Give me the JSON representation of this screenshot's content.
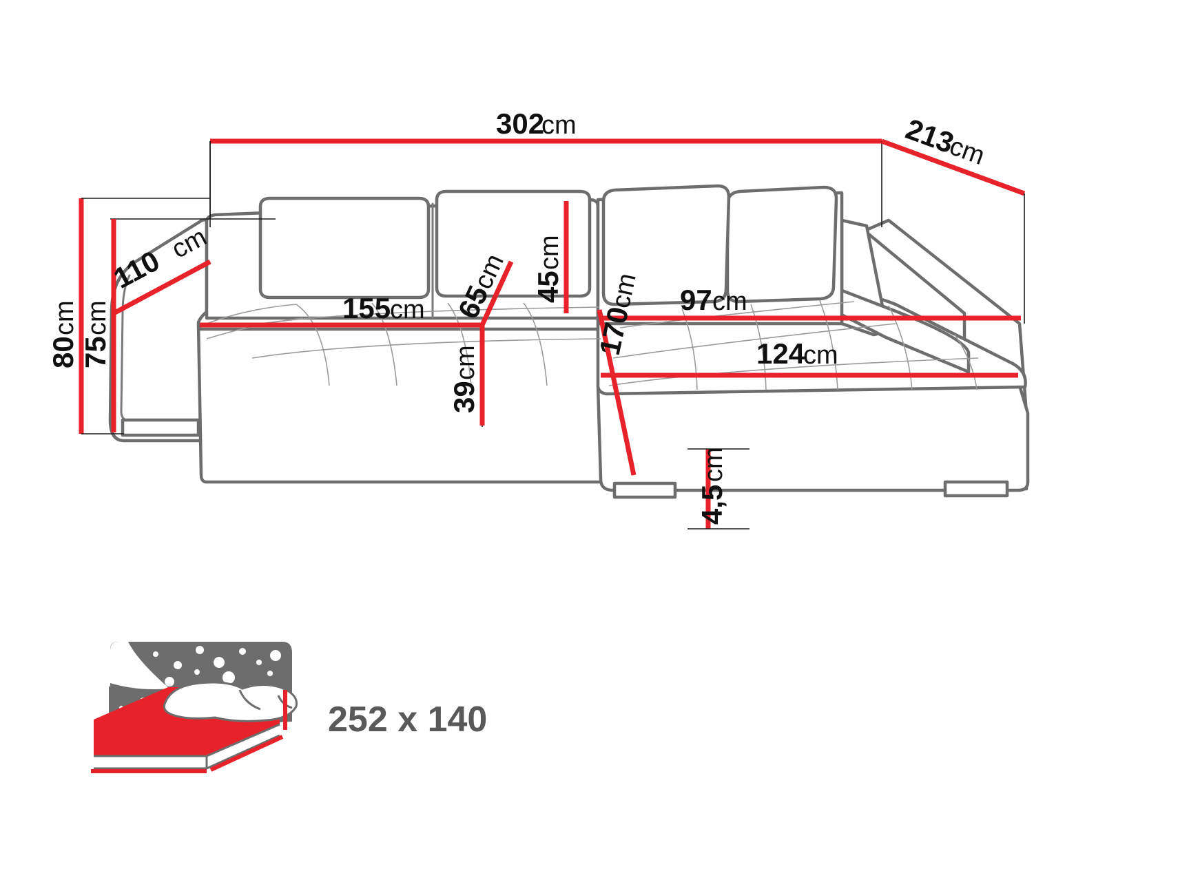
{
  "diagram": {
    "title": "Corner sofa bed dimension diagram",
    "accent_color": "#e8222a",
    "outline_color": "#6d6d6d",
    "label_color": "#101010",
    "bed_label_color": "#595959",
    "unit": "cm"
  },
  "dimensions": {
    "total_width": {
      "value": "302",
      "unit": "cm",
      "name": "total-width"
    },
    "depth_right": {
      "value": "213",
      "unit": "cm",
      "name": "right-depth"
    },
    "total_height": {
      "value": "80",
      "unit": "cm",
      "name": "total-height"
    },
    "seat_back_height": {
      "value": "75",
      "unit": "cm",
      "name": "back-height"
    },
    "left_depth": {
      "value": "110",
      "unit": "cm",
      "name": "left-depth"
    },
    "seat_width_left": {
      "value": "155",
      "unit": "cm",
      "name": "left-seat-width"
    },
    "backrest_depth": {
      "value": "65",
      "unit": "cm",
      "name": "backrest-depth"
    },
    "backrest_height": {
      "value": "45",
      "unit": "cm",
      "name": "backrest-height"
    },
    "seat_depth_right": {
      "value": "170",
      "unit": "cm",
      "name": "right-seat-depth"
    },
    "chaise_width": {
      "value": "97",
      "unit": "cm",
      "name": "chaise-width"
    },
    "seat_height": {
      "value": "39",
      "unit": "cm",
      "name": "seat-height"
    },
    "chaise_length": {
      "value": "124",
      "unit": "cm",
      "name": "chaise-length"
    },
    "leg_height": {
      "value": "4,5",
      "unit": "cm",
      "name": "leg-height"
    }
  },
  "sleeping_area": {
    "label": "252 x 140",
    "icon": "bed-night-icon"
  }
}
